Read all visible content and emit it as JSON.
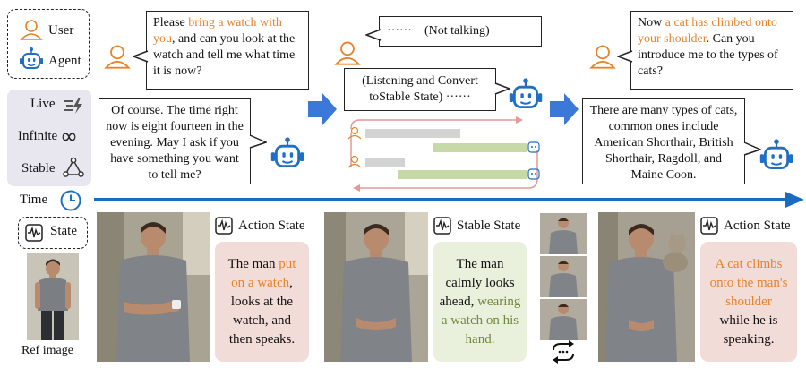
{
  "legend": {
    "user_label": "User",
    "agent_label": "Agent"
  },
  "modes": {
    "live": "Live",
    "infinite": "Infinite",
    "stable": "Stable",
    "time": "Time",
    "state": "State"
  },
  "ref_image_label": "Ref image",
  "scene1": {
    "user_plain_1": "Please ",
    "user_highlight": "bring a watch with you",
    "user_plain_2": ", and can you look at the watch and tell me what time it is now?",
    "agent_text": "Of course. The time right now is eight fourteen in the evening. May I ask if you have something you want to tell me?",
    "state_title": "Action State",
    "caption_1": "The man ",
    "caption_highlight": "put on a watch",
    "caption_2": ", looks at the watch, and then speaks."
  },
  "scene2": {
    "dots_text": "······",
    "not_talking": "(Not talking)",
    "listening_line1": "(Listening and Convert",
    "listening_line2": "toStable State)",
    "listening_dots": "······",
    "state_title": "Stable State",
    "caption_1": "The man calmly looks ahead,",
    "caption_highlight": "wearing a watch on his hand."
  },
  "scene3": {
    "user_plain_1": "Now ",
    "user_highlight": "a cat has climbed onto your shoulder",
    "user_plain_2": ". Can you introduce me to the types of cats?",
    "agent_text": "There are many types of cats, common ones include American Shorthair, British Shorthair, Ragdoll, and Maine Coon.",
    "state_title": "Action State",
    "caption_highlight": "A cat climbs onto the man's shoulder",
    "caption_2": "while he is speaking."
  },
  "colors": {
    "orange": "#e8832a",
    "blue": "#1f6fc4",
    "arrow_blue": "#3c78d8",
    "pink_caption": "#f2dcd8",
    "green_caption": "#e9f0dc",
    "green_bar": "#c6d9a6",
    "gray_bar": "#d3d3d3",
    "timeline": "#1a6cc0"
  }
}
